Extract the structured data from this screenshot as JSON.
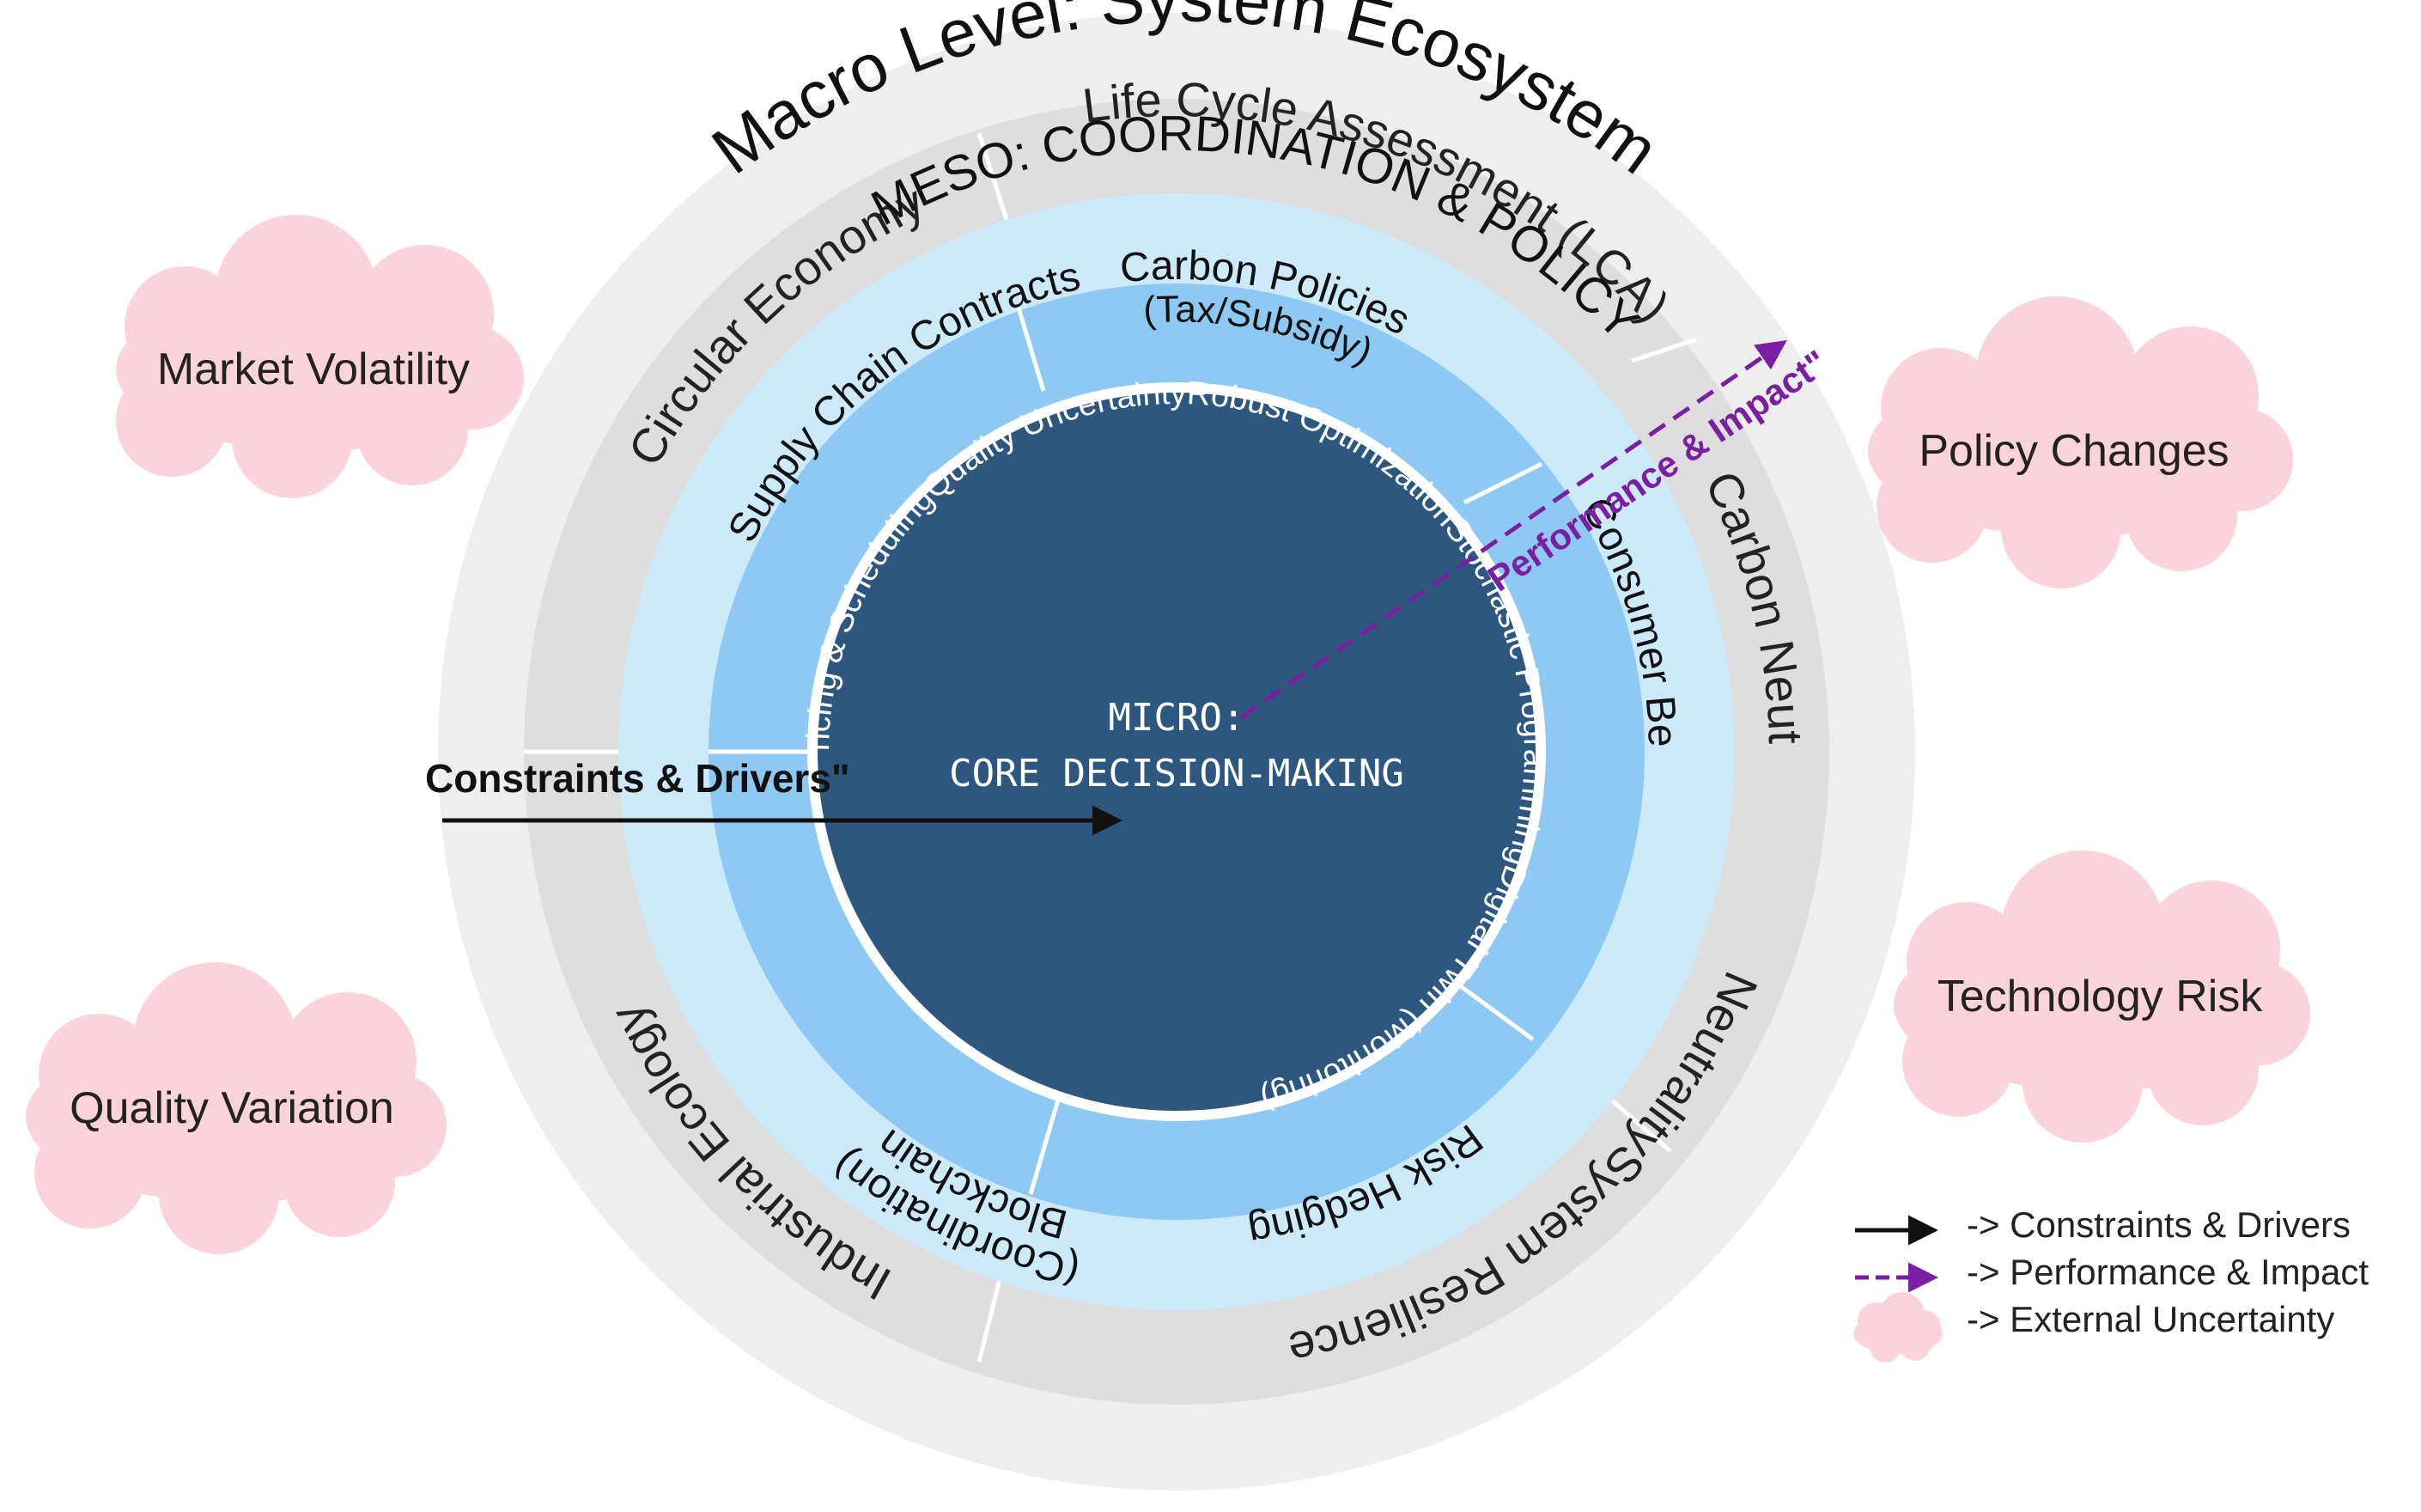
{
  "macro": {
    "title": "Macro Level: System Ecosystem",
    "segments": {
      "lca": "Life Cycle Assessment (LCA)",
      "carbon_neutrality": "Carbon Neutrality",
      "neutrality_resilience": "NeutralitySystem Resilience",
      "industrial_ecology": "Industrial Ecology",
      "circular_economy": "Circular Economy"
    }
  },
  "meso": {
    "title": "MESO: COORDINATION & POLICY",
    "segments": {
      "carbon_policies_line1": "Carbon Policies",
      "carbon_policies_line2": "(Tax/Subsidy)",
      "consumer_behavior": "Consumer Behavior",
      "risk_hedging": "Risk  Hedging",
      "blockchain_line1": "Blockchain",
      "blockchain_line2": "(Coordination)",
      "supply_chain": "Supply Chain Contracts"
    }
  },
  "micro": {
    "title_line1": "MICRO:",
    "title_line2": "CORE DECISION-MAKING",
    "ring_text": "Dynamic Pricing & SchedulingQuality UncertaintyRobust OptimizationStochastic ProgrammingDigital Twin (Monitoring)"
  },
  "arrows": {
    "constraints_label": "Constraints & Drivers\"",
    "performance_label": "Performance & Impact\""
  },
  "clouds": {
    "market_volatility": "Market Volatility",
    "policy_changes": "Policy Changes",
    "technology_risk": "Technology Risk",
    "quality_variation": "Quality Variation"
  },
  "legend": {
    "constraints": "-> Constraints & Drivers",
    "performance": "-> Performance & Impact",
    "uncertainty": "-> External Uncertainty"
  },
  "colors": {
    "outer_ring": "#eeeeee",
    "macro_ring": "#dedede",
    "meso_ring": "#cdeafb",
    "meso_segments": "#8ec9f3",
    "core": "#2e5780",
    "core_text": "#ffffff",
    "cloud": "#fbd3dc",
    "purple": "#7b1fa2",
    "black": "#111111",
    "text": "#1a1a1a"
  }
}
